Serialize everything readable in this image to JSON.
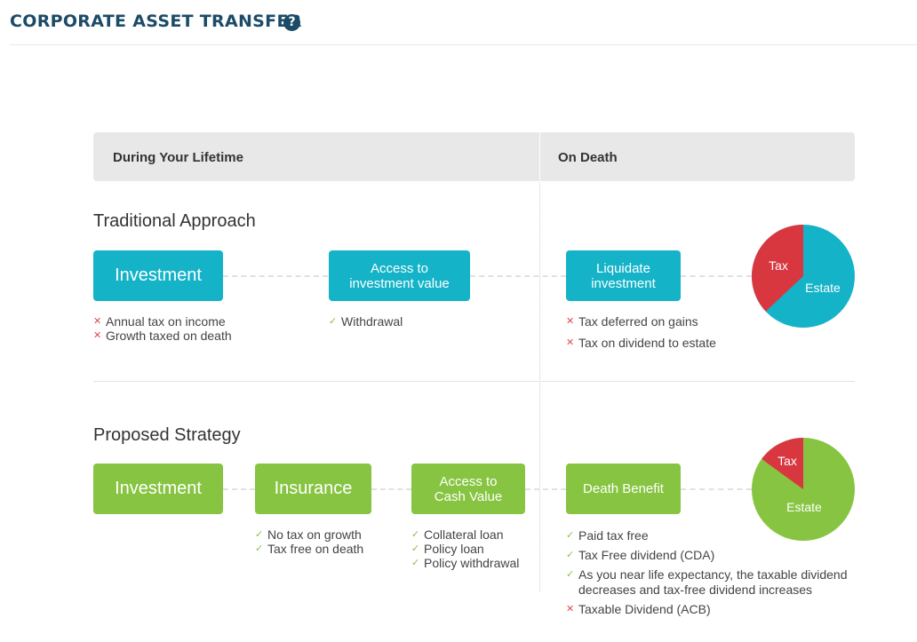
{
  "header": {
    "title": "CORPORATE ASSET TRANSFER",
    "help_icon": "?"
  },
  "columns": {
    "lifetime": "During Your Lifetime",
    "death": "On Death"
  },
  "colors": {
    "blue": "#14b3c8",
    "green": "#86c441",
    "red": "#d9373f",
    "navy": "#1c4b68"
  },
  "traditional": {
    "title": "Traditional Approach",
    "investment": {
      "label": "Investment",
      "notes": [
        "Annual tax on income",
        "Growth taxed on death"
      ],
      "note_marks": [
        "x",
        "x"
      ]
    },
    "access": {
      "label": "Access to\ninvestment value",
      "notes": [
        "Withdrawal"
      ],
      "note_marks": [
        "ok"
      ]
    },
    "liquidate": {
      "label": "Liquidate\ninvestment",
      "notes": [
        "Tax deferred on gains",
        "Tax on dividend to estate"
      ],
      "note_marks": [
        "x",
        "x"
      ]
    },
    "pie": {
      "slices": [
        {
          "label": "Tax",
          "share": 0.37
        },
        {
          "label": "Estate",
          "share": 0.63
        }
      ]
    }
  },
  "proposed": {
    "title": "Proposed Strategy",
    "investment": {
      "label": "Investment"
    },
    "insurance": {
      "label": "Insurance",
      "notes": [
        "No tax on growth",
        "Tax free on death"
      ],
      "note_marks": [
        "ok",
        "ok"
      ]
    },
    "access": {
      "label": "Access to\nCash Value",
      "notes": [
        "Collateral loan",
        "Policy loan",
        "Policy withdrawal"
      ],
      "note_marks": [
        "ok",
        "ok",
        "ok"
      ]
    },
    "death_benefit": {
      "label": "Death Benefit",
      "notes": [
        "Paid tax free",
        "Tax Free dividend (CDA)",
        "As you near life expectancy, the taxable dividend\ndecreases and tax-free dividend increases",
        "Taxable Dividend (ACB)"
      ],
      "note_marks": [
        "ok",
        "ok",
        "ok",
        "x"
      ]
    },
    "pie": {
      "slices": [
        {
          "label": "Tax",
          "share": 0.15
        },
        {
          "label": "Estate",
          "share": 0.85
        }
      ]
    }
  }
}
